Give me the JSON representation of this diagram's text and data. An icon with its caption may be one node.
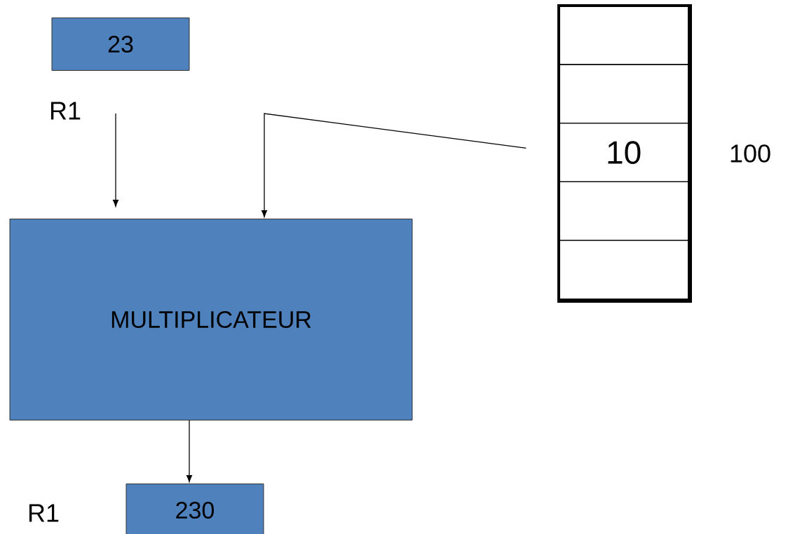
{
  "diagram": {
    "nodes": [
      {
        "text": [
          "23"
        ],
        "beside": [
          "R1"
        ]
      },
      {
        "text": [],
        "shape": "box"
      },
      {
        "text": [],
        "shape": "box",
        "in": 1
      },
      {
        "text": [],
        "shape": "box",
        "in": 1
      },
      {
        "text": [
          "10"
        ],
        "beside": [
          "100"
        ],
        "in": 1
      },
      {
        "text": [],
        "shape": "box",
        "in": 1
      },
      {
        "text": [],
        "shape": "box",
        "in": 1
      },
      {
        "text": [
          "MULTIPLICATEUR"
        ]
      },
      {
        "text": [
          "230"
        ],
        "beside": [
          "R1"
        ]
      }
    ],
    "edges": [
      {
        "from": 0,
        "to": 7,
        "arrow": "to"
      },
      {
        "from": 4,
        "to": 7,
        "arrow": "to"
      },
      {
        "from": 7,
        "to": 8,
        "arrow": "to"
      }
    ]
  }
}
